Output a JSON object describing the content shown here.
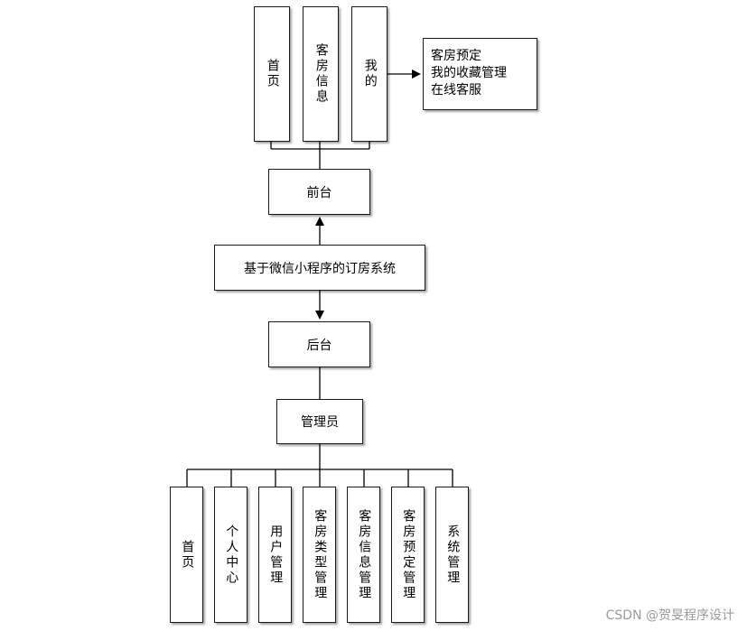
{
  "frontend": {
    "title": "前台",
    "modules": [
      "首页",
      "客房信息",
      "我的"
    ],
    "my_items": [
      "客房预定",
      "我的收藏管理",
      "在线客服"
    ]
  },
  "system": {
    "title": "基于微信小程序的订房系统"
  },
  "backend": {
    "title": "后台",
    "role": "管理员",
    "modules": [
      "首页",
      "个人中心",
      "用户管理",
      "客房类型管理",
      "客房信息管理",
      "客房预定管理",
      "系统管理"
    ]
  },
  "watermark": "CSDN @贺旻程序设计"
}
